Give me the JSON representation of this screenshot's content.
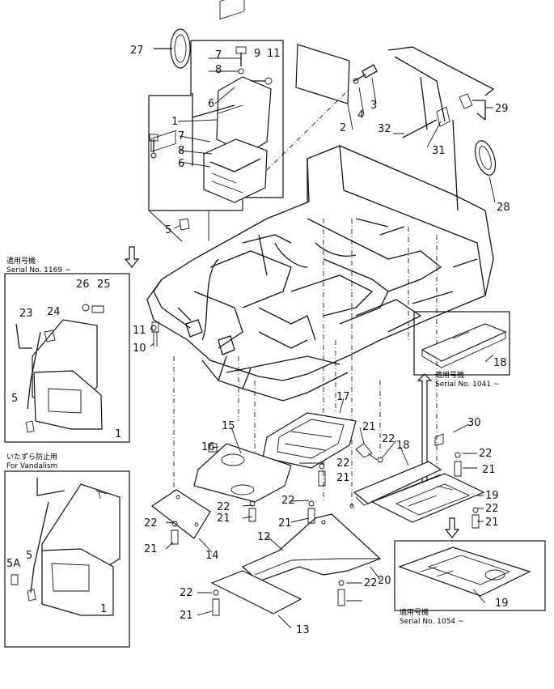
{
  "captions": {
    "serial_1169_jp": "適用号機",
    "serial_1169": "Serial No. 1169 ~",
    "vandalism_jp": "いたずら防止用",
    "vandalism": "For Vandalism",
    "serial_1041_jp": "適用号機",
    "serial_1041": "Serial No. 1041 ~",
    "serial_1054_jp": "適用号機",
    "serial_1054": "Serial No. 1054 ~"
  },
  "callouts": [
    "27",
    "7",
    "9",
    "11",
    "8",
    "6",
    "1",
    "7",
    "8",
    "6",
    "5",
    "2",
    "4",
    "3",
    "29",
    "32",
    "31",
    "28",
    "26",
    "25",
    "23",
    "24",
    "5",
    "1",
    "11",
    "10",
    "18",
    "17",
    "15",
    "16",
    "21",
    "22",
    "30",
    "22",
    "21",
    "22",
    "21",
    "18",
    "22",
    "22",
    "21",
    "21",
    "19",
    "22",
    "21",
    "12",
    "20",
    "22",
    "5A",
    "5",
    "1",
    "22",
    "21",
    "22",
    "21",
    "13",
    "19",
    "14"
  ]
}
